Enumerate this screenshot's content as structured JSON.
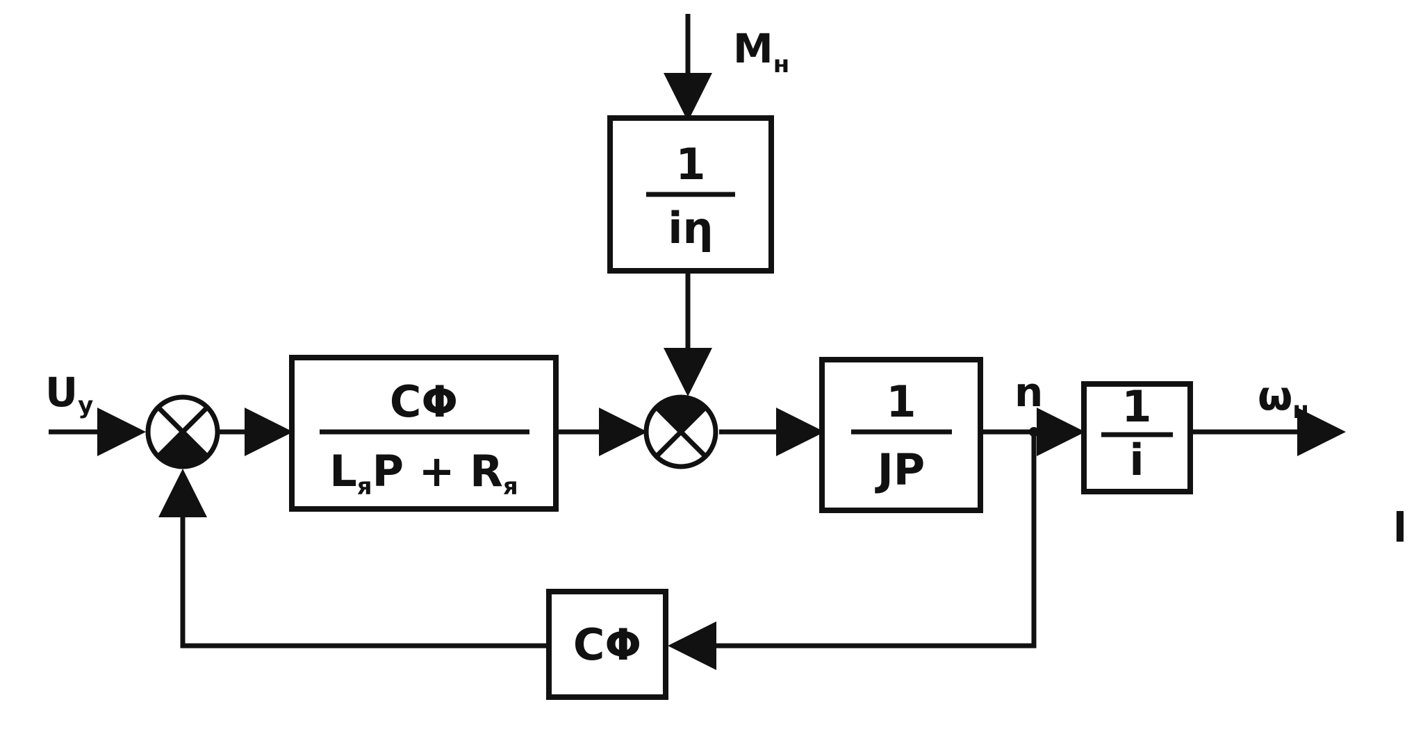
{
  "signals": {
    "input": "U",
    "input_sub": "у",
    "load_torque": "M",
    "load_torque_sub": "н",
    "speed": "n",
    "output": "ω",
    "output_sub": "н"
  },
  "blocks": {
    "armature_num": "CΦ",
    "armature_den_a": "L",
    "armature_den_a_sub": "я",
    "armature_den_b": "P + R",
    "armature_den_b_sub": "я",
    "load_num": "1",
    "load_den": "iη",
    "inertia_num": "1",
    "inertia_den": "JP",
    "gear_num": "1",
    "gear_den": "i",
    "feedback": "CΦ"
  },
  "margin_mark": "l"
}
